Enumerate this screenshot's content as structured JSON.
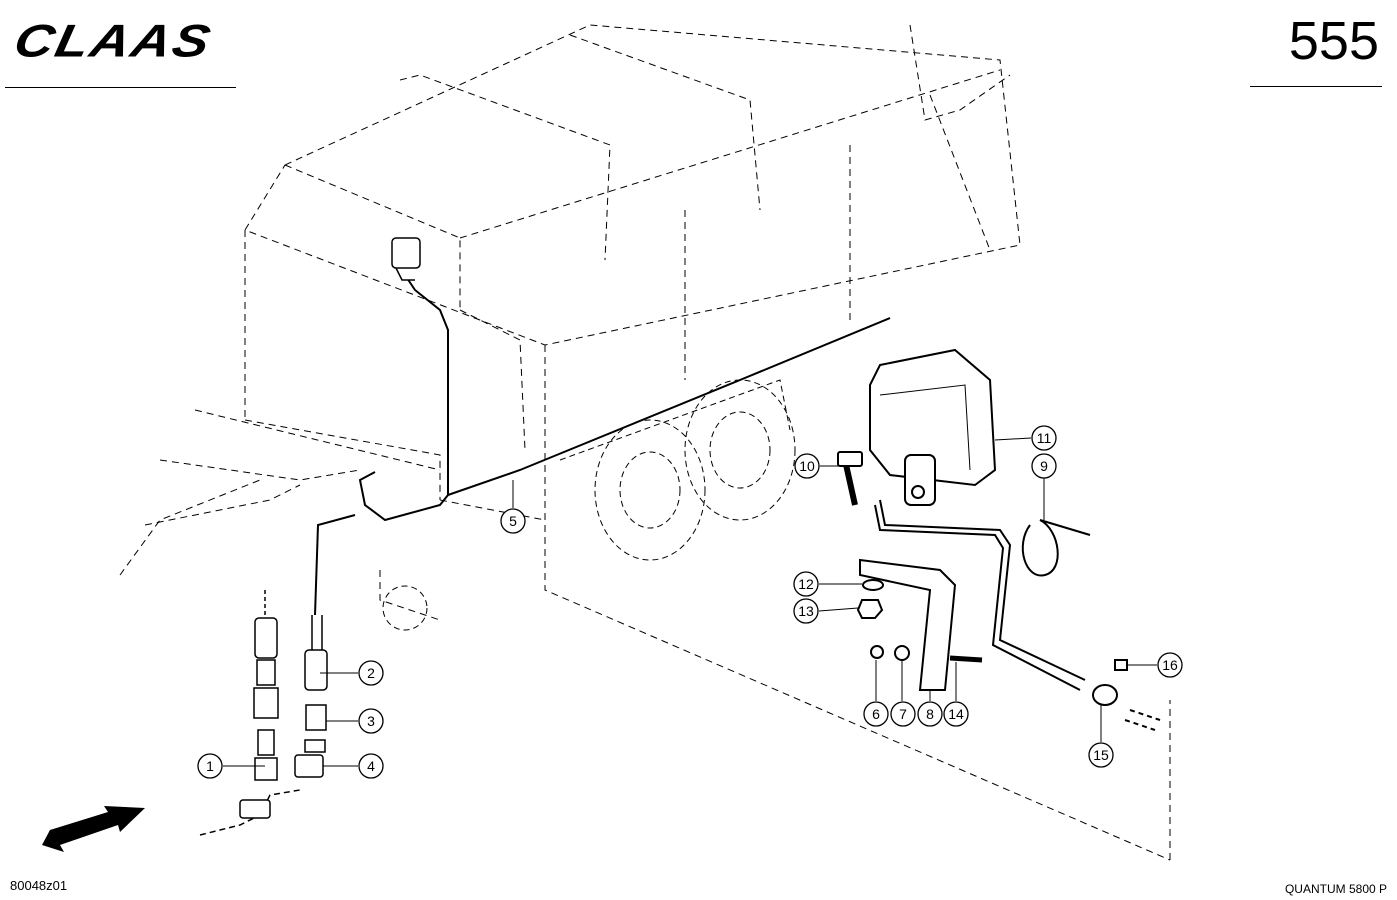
{
  "header": {
    "brand": "CLAAS",
    "page_number": "555"
  },
  "footer": {
    "drawing_number": "80048z01",
    "model": "QUANTUM 5800 P"
  },
  "callouts": [
    {
      "label": "1"
    },
    {
      "label": "2"
    },
    {
      "label": "3"
    },
    {
      "label": "4"
    },
    {
      "label": "5"
    },
    {
      "label": "6"
    },
    {
      "label": "7"
    },
    {
      "label": "8"
    },
    {
      "label": "9"
    },
    {
      "label": "10"
    },
    {
      "label": "11"
    },
    {
      "label": "12"
    },
    {
      "label": "13"
    },
    {
      "label": "14"
    },
    {
      "label": "15"
    },
    {
      "label": "16"
    }
  ]
}
